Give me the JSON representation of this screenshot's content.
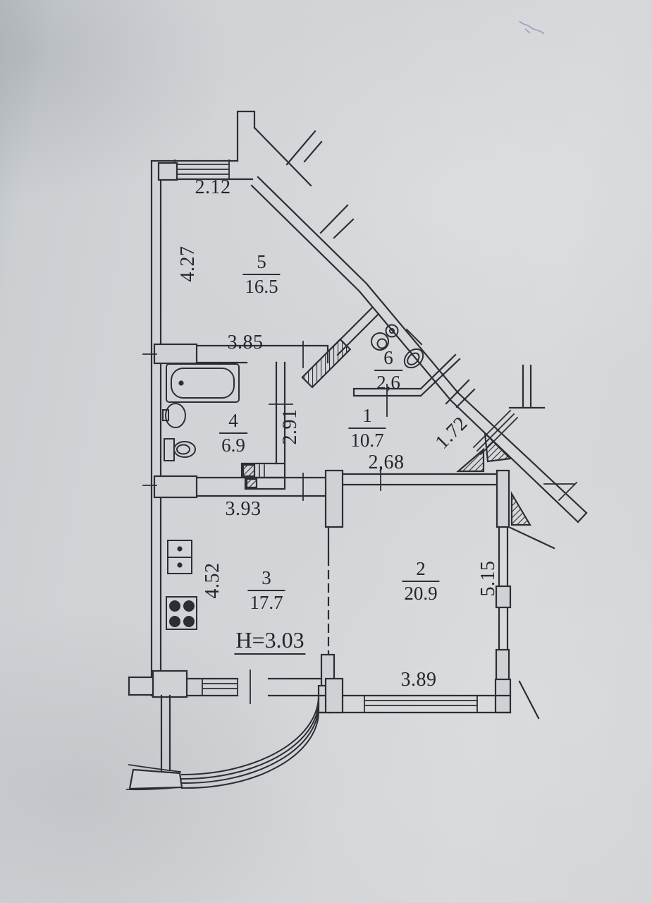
{
  "plan": {
    "type": "apartment floor plan (scanned paper drawing)",
    "ceiling_height_label": "H=3.03",
    "rooms": {
      "r5": {
        "number": "5",
        "area": "16.5"
      },
      "r6": {
        "number": "6",
        "area": "2,6"
      },
      "r1": {
        "number": "1",
        "area": "10.7"
      },
      "r4": {
        "number": "4",
        "area": "6.9"
      },
      "r3": {
        "number": "3",
        "area": "17.7"
      },
      "r2": {
        "number": "2",
        "area": "20.9"
      }
    },
    "dimensions": {
      "top_wall": "2.12",
      "left_wall_upper": "4.27",
      "room5_bottom": "3.85",
      "bath_right_wall": "2.91",
      "hall_top": "2,68",
      "loggia_passage": "1.72",
      "kitchen_top": "3.93",
      "kitchen_left": "4.52",
      "room2_right": "5.15",
      "room2_bottom": "3.89"
    },
    "colors": {
      "ink": "#2c2e34",
      "paper": "#d0d3d6",
      "pen_mark": "#5367a6"
    }
  }
}
